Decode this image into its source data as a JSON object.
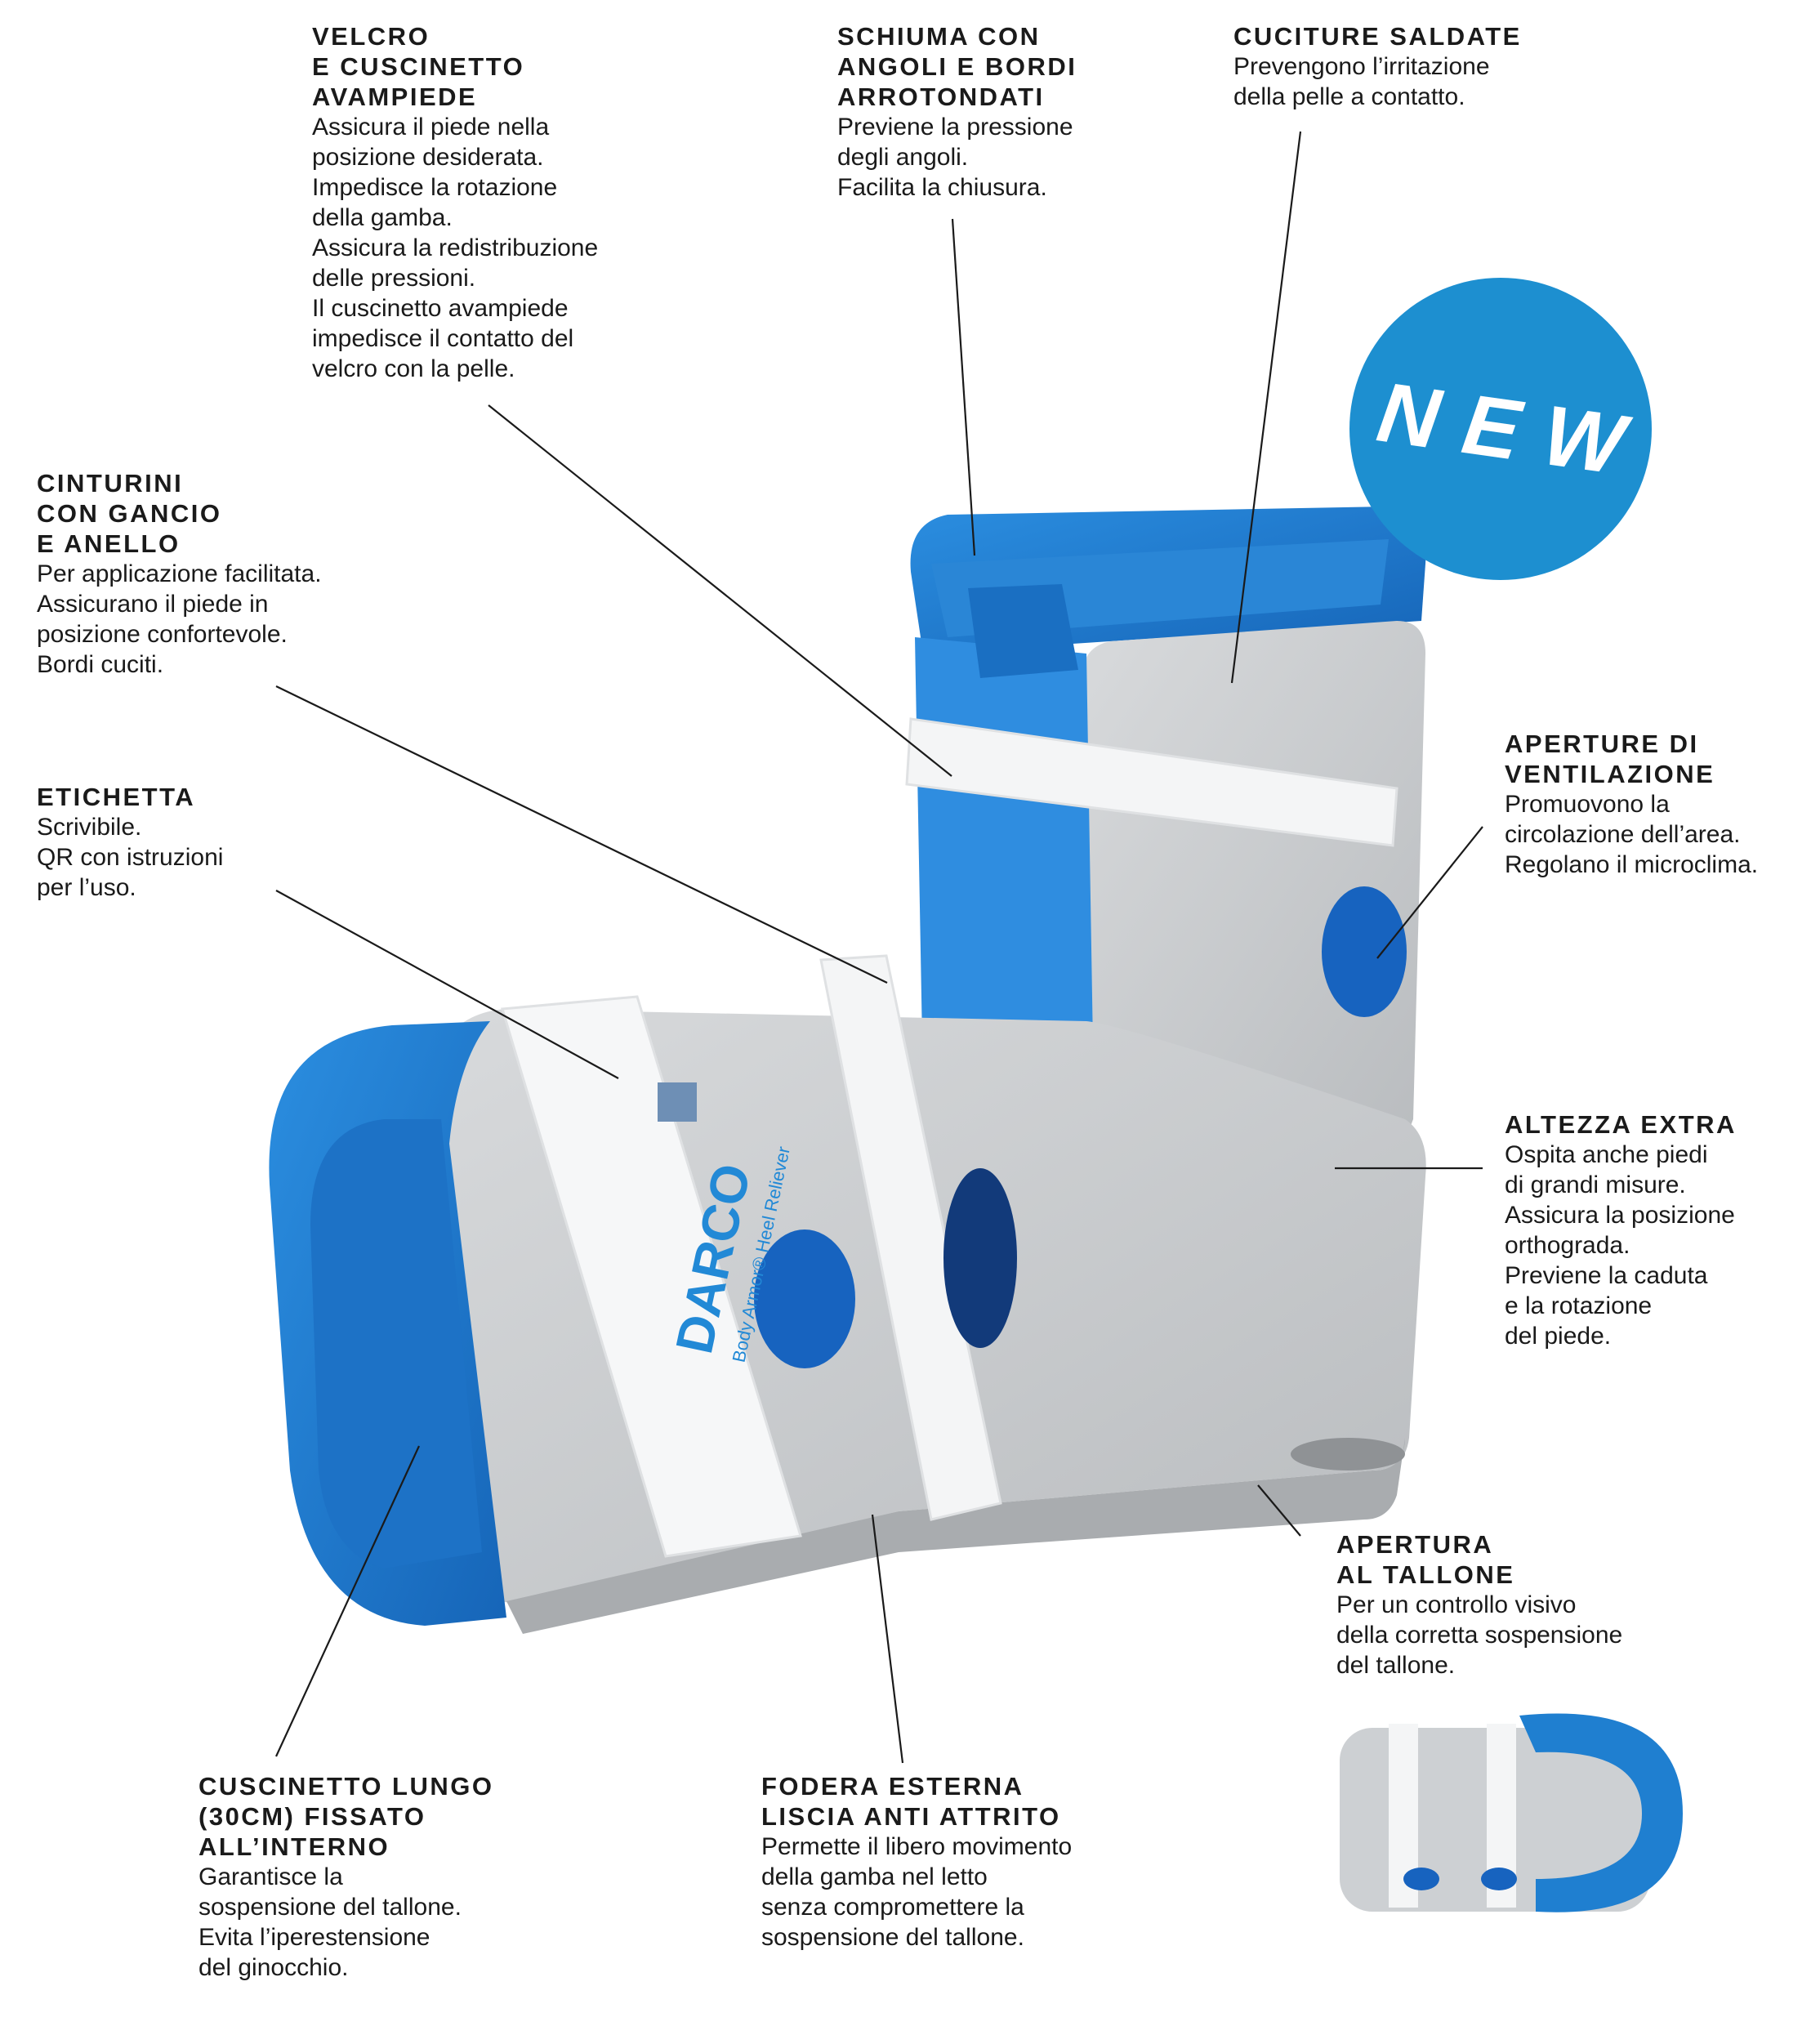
{
  "badge": {
    "label": "NEW"
  },
  "brand": {
    "name": "DARCO",
    "product": "Body Armor® Heel Reliever"
  },
  "callouts": [
    {
      "id": "velcro",
      "title": "VELCRO\nE CUSCINETTO\nAVAMPIEDE",
      "body": "Assicura il piede nella\nposizione desiderata.\nImpedisce la rotazione\ndella gamba.\nAssicura la redistribuzione\ndelle pressioni.\nIl cuscinetto avampiede\nimpedisce il contatto del\nvelcro con la pelle."
    },
    {
      "id": "schiuma",
      "title": "SCHIUMA CON\nANGOLI E BORDI\nARROTONDATI",
      "body": "Previene la pressione\ndegli angoli.\nFacilita la chiusura."
    },
    {
      "id": "cuciture",
      "title": "CUCITURE SALDATE",
      "body": "Prevengono l’irritazione\ndella pelle a contatto."
    },
    {
      "id": "cinturini",
      "title": "CINTURINI\nCON GANCIO\nE ANELLO",
      "body": "Per applicazione facilitata.\nAssicurano il piede in\nposizione confortevole.\nBordi cuciti."
    },
    {
      "id": "etichetta",
      "title": "ETICHETTA",
      "body": "Scrivibile.\nQR con istruzioni\nper l’uso."
    },
    {
      "id": "ventilazione",
      "title": "APERTURE DI\nVENTILAZIONE",
      "body": "Promuovono la\ncircolazione dell’area.\nRegolano il microclima."
    },
    {
      "id": "altezza",
      "title": "ALTEZZA EXTRA",
      "body": "Ospita anche piedi\ndi grandi misure.\nAssicura la posizione\northograda.\nPreviene la caduta\ne la rotazione\ndel piede."
    },
    {
      "id": "apertura",
      "title": "APERTURA\nAL TALLONE",
      "body": "Per un controllo visivo\ndella corretta sospensione\ndel tallone."
    },
    {
      "id": "cuscinetto",
      "title": "CUSCINETTO LUNGO\n(30CM) FISSATO\nALL’INTERNO",
      "body": "Garantisce la\nsospensione del tallone.\nEvita l’iperestensione\ndel ginocchio."
    },
    {
      "id": "fodera",
      "title": "FODERA ESTERNA\nLISCIA ANTI ATTRITO",
      "body": "Permette il libero movimento\ndella gamba nel letto\nsenza compromettere la\nsospensione del tallone."
    }
  ],
  "colors": {
    "foam_blue": "#1f7fd0",
    "shell_gray": "#c9cbcd",
    "strap_white": "#f4f5f6",
    "badge_blue": "#1d8fd0"
  }
}
